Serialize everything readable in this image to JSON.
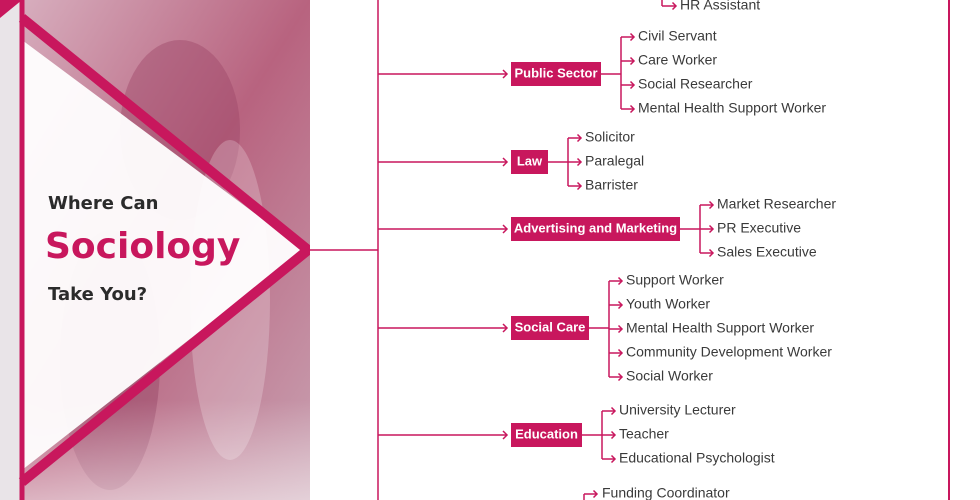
{
  "heading": {
    "line1": "Where Can",
    "line2": "Sociology",
    "line3": "Take You?"
  },
  "colors": {
    "accent": "#c8175d",
    "text": "#3a3a3a"
  },
  "partial_top": {
    "items": [
      "HR Assistant"
    ]
  },
  "sectors": [
    {
      "label": "Public Sector",
      "items": [
        "Civil Servant",
        "Care Worker",
        "Social Researcher",
        "Mental Health Support Worker"
      ]
    },
    {
      "label": "Law",
      "items": [
        "Solicitor",
        "Paralegal",
        "Barrister"
      ]
    },
    {
      "label": "Advertising and Marketing",
      "items": [
        "Market Researcher",
        "PR Executive",
        "Sales Executive"
      ]
    },
    {
      "label": "Social Care",
      "items": [
        "Support Worker",
        "Youth Worker",
        "Mental Health Support Worker",
        "Community Development Worker",
        "Social Worker"
      ]
    },
    {
      "label": "Education",
      "items": [
        "University Lecturer",
        "Teacher",
        "Educational Psychologist"
      ]
    }
  ],
  "partial_bottom": {
    "items": [
      "Funding Coordinator"
    ]
  }
}
